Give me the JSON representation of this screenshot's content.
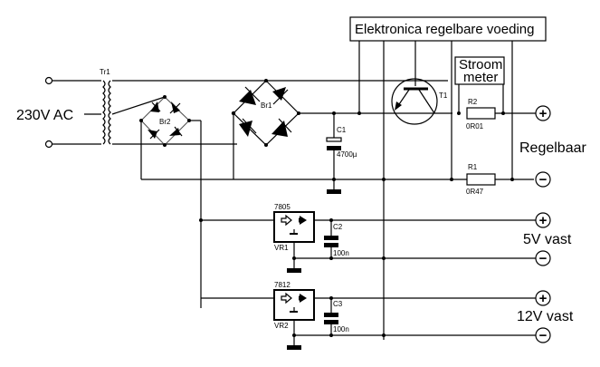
{
  "title_box": "Elektronica regelbare voeding",
  "current_meter": {
    "line1": "Stroom",
    "line2": "meter"
  },
  "input_label": "230V AC",
  "components": {
    "transformer": "Tr1",
    "bridge_small": "Br2",
    "bridge_main": "Br1",
    "c1_label": "C1",
    "c1_value": "4700µ",
    "transistor": "T1",
    "r2_label": "R2",
    "r2_value": "0R01",
    "r1_label": "R1",
    "r1_value": "0R47",
    "vr1_type": "7805",
    "vr1_label": "VR1",
    "c2_label": "C2",
    "c2_value": "100n",
    "vr2_type": "7812",
    "vr2_label": "VR2",
    "c3_label": "C3",
    "c3_value": "100n"
  },
  "outputs": {
    "adjustable": "Regelbaar",
    "fixed_5v": "5V vast",
    "fixed_12v": "12V vast",
    "plus": "+",
    "minus": "−"
  }
}
